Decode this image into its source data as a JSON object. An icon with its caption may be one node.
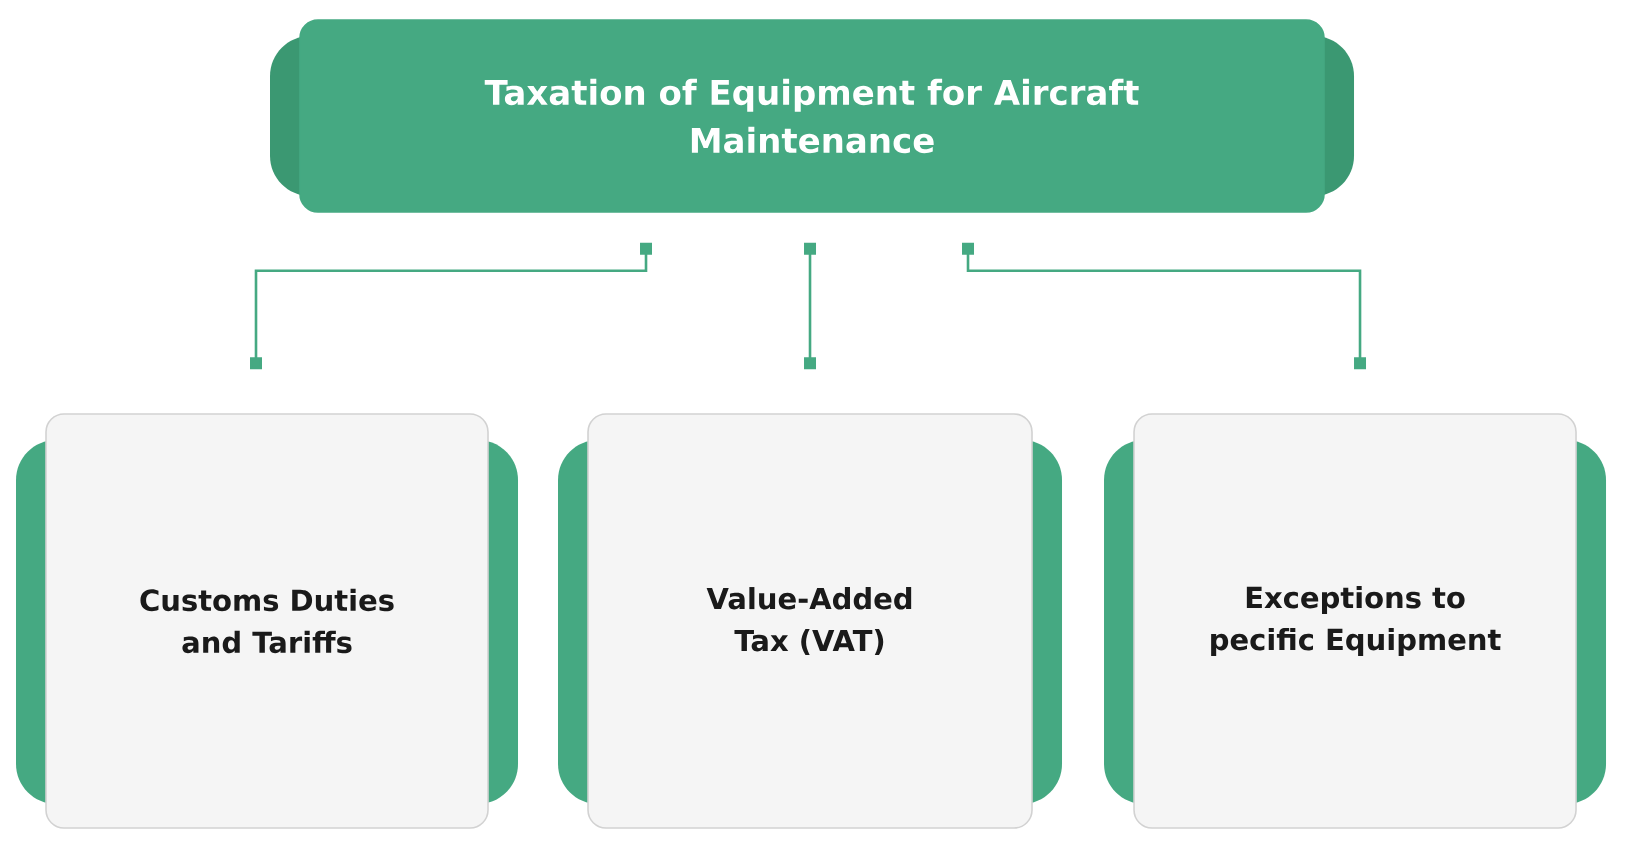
{
  "diagram": {
    "nodes": [
      {
        "text": [
          "Taxation of Equipment for Aircraft Maintenance"
        ]
      },
      {
        "text": [
          "Customs Duties and Tariffs"
        ]
      },
      {
        "text": [
          "Value-Added Tax (VAT)"
        ]
      },
      {
        "text": [
          "Exceptions to pecific Equipment"
        ]
      }
    ],
    "edges": [
      {
        "from": 0,
        "to": 1,
        "arrow": "other"
      },
      {
        "from": 0,
        "to": 2,
        "arrow": "other"
      },
      {
        "from": 0,
        "to": 3,
        "arrow": "other"
      }
    ]
  }
}
